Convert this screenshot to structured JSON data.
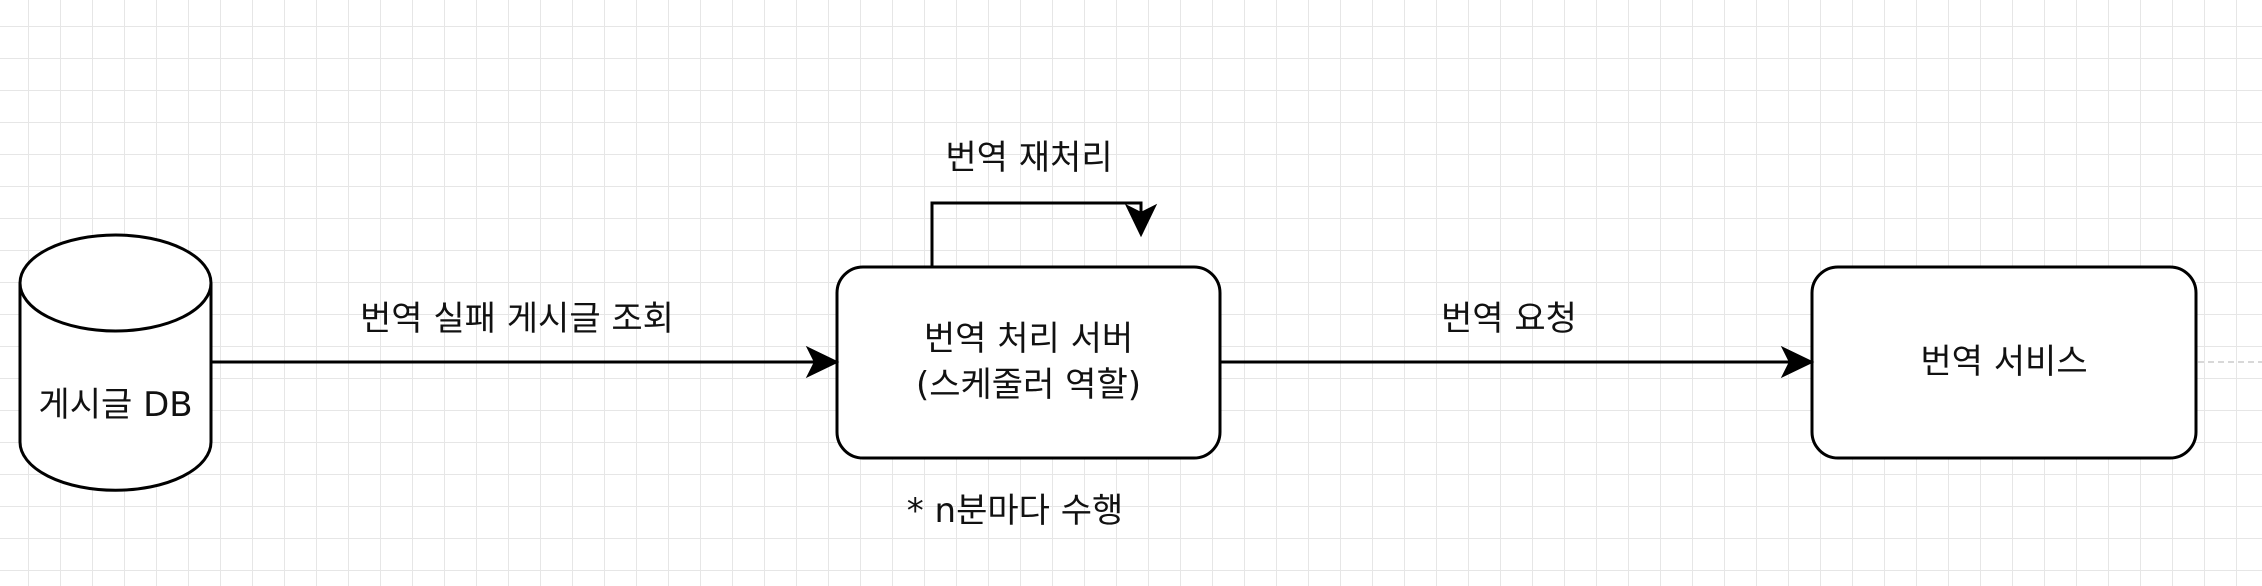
{
  "diagram": {
    "nodes": {
      "db": {
        "label": "게시글 DB"
      },
      "scheduler": {
        "label_line1": "번역 처리 서버",
        "label_line2": "(스케줄러 역할)"
      },
      "service": {
        "label": "번역 서비스"
      }
    },
    "edges": {
      "db_to_scheduler": {
        "label": "번역 실패 게시글 조회"
      },
      "self_loop": {
        "label": "번역 재처리"
      },
      "scheduler_to_service": {
        "label": "번역 요청"
      }
    },
    "note": "* n분마다 수행"
  },
  "colors": {
    "stroke": "#000000",
    "fill": "#ffffff",
    "grid": "#e6e6e6"
  }
}
